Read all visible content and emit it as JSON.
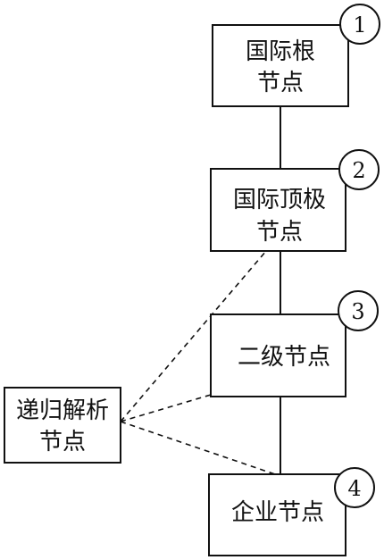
{
  "nodes": {
    "root": {
      "line1": "国际根",
      "line2": "节点",
      "badge": "1"
    },
    "top": {
      "line1": "国际顶极",
      "line2": "节点",
      "badge": "2"
    },
    "second": {
      "line1": "二级节点",
      "badge": "3"
    },
    "enterprise": {
      "line1": "企业节点",
      "badge": "4"
    },
    "recursive": {
      "line1": "递归解析",
      "line2": "节点"
    }
  },
  "colors": {
    "stroke": "#111111",
    "background": "#ffffff"
  }
}
